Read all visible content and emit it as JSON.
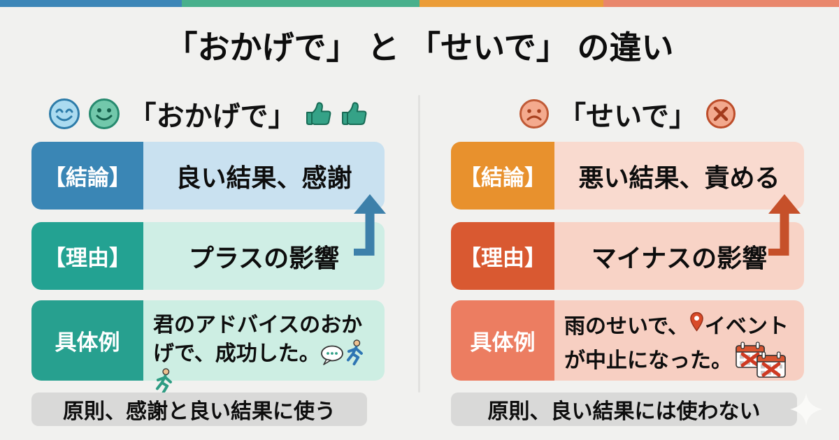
{
  "page": {
    "title": "「おかげで」 と 「せいで」 の違い",
    "top_bar_colors": [
      "#3d86b7",
      "#48b08c",
      "#eb9d38",
      "#e9876c"
    ],
    "background_color": "#f1f1ef"
  },
  "left_column": {
    "heading": "「おかげで」",
    "header_icons": [
      "smiling-face-blue",
      "smiling-face-teal",
      "thumbs-up",
      "thumbs-up"
    ],
    "accent_colors": {
      "conclusion_label": "#3a86b5",
      "conclusion_body": "#c9e1f0",
      "reason_label": "#23a292",
      "reason_body": "#cfeee5",
      "arrow": "#3d80aa"
    },
    "rows": [
      {
        "label": "【結論】",
        "text": "良い結果、感謝"
      },
      {
        "label": "【理由】",
        "text": "プラスの影響"
      },
      {
        "label": "具体例",
        "lines": [
          "君のアドバイスのおか",
          "げで、成功した。"
        ],
        "example_icons": [
          "speech-bubble",
          "runner-blue",
          "runner-teal"
        ]
      }
    ],
    "footer": "原則、感謝と良い結果に使う"
  },
  "right_column": {
    "heading": "「せいで」",
    "header_icons": [
      "frowning-face",
      "cross-circle"
    ],
    "accent_colors": {
      "conclusion_label": "#e8912d",
      "conclusion_body": "#f9dacf",
      "reason_label": "#d95931",
      "reason_body": "#f8d3c6",
      "example_label": "#ec7d61",
      "arrow": "#c6502a"
    },
    "rows": [
      {
        "label": "【結論】",
        "text": "悪い結果、責める"
      },
      {
        "label": "【理由】",
        "text": "マイナスの影響"
      },
      {
        "label": "具体例",
        "lines": [
          "雨のせいで、",
          "イベント",
          "が中止になった。"
        ],
        "example_icons": [
          "location-pin",
          "calendar-cancelled",
          "calendar-cancelled"
        ]
      }
    ],
    "footer": "原則、良い結果には使わない"
  }
}
